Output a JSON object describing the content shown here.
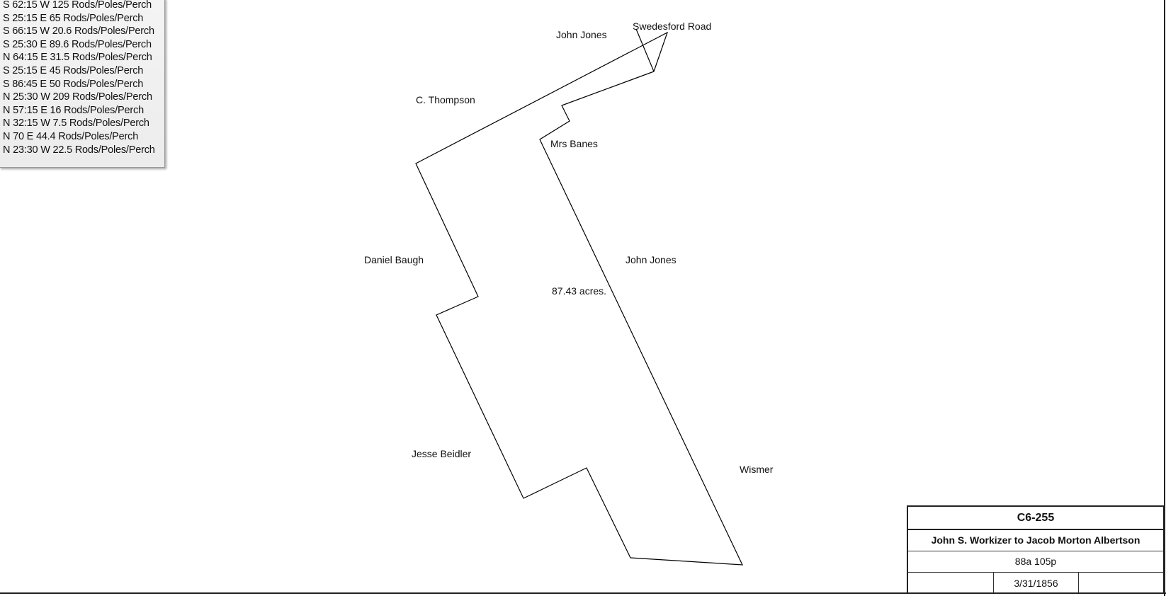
{
  "calls": [
    "S 62:15 W 125 Rods/Poles/Perch",
    "S 25:15 E 65 Rods/Poles/Perch",
    "S 66:15 W 20.6 Rods/Poles/Perch",
    "S 25:30 E 89.6 Rods/Poles/Perch",
    "N 64:15 E 31.5 Rods/Poles/Perch",
    "S 25:15 E 45 Rods/Poles/Perch",
    "S 86:45 E 50 Rods/Poles/Perch",
    "N 25:30 W 209 Rods/Poles/Perch",
    "N 57:15 E 16 Rods/Poles/Perch",
    "N 32:15 W 7.5 Rods/Poles/Perch",
    "N 70 E 44.4 Rods/Poles/Perch",
    "N 23:30 W 22.5 Rods/Poles/Perch"
  ],
  "neighbors": {
    "john_jones_top": "John Jones",
    "swedesford_road": "Swedesford Road",
    "c_thompson": "C. Thompson",
    "mrs_banes": "Mrs Banes",
    "daniel_baugh": "Daniel Baugh",
    "john_jones_right": "John Jones",
    "jesse_beidler": "Jesse Beidler",
    "wismer": "Wismer"
  },
  "area_label": "87.43 acres.",
  "title_block": {
    "id": "C6-255",
    "description": "John S. Workizer to Jacob Morton Albertson",
    "area": "88a 105p",
    "date": "3/31/1856"
  },
  "colors": {
    "line": "#000000",
    "panel_bg": "#f0f0f0",
    "panel_border": "#9a9a9a"
  }
}
